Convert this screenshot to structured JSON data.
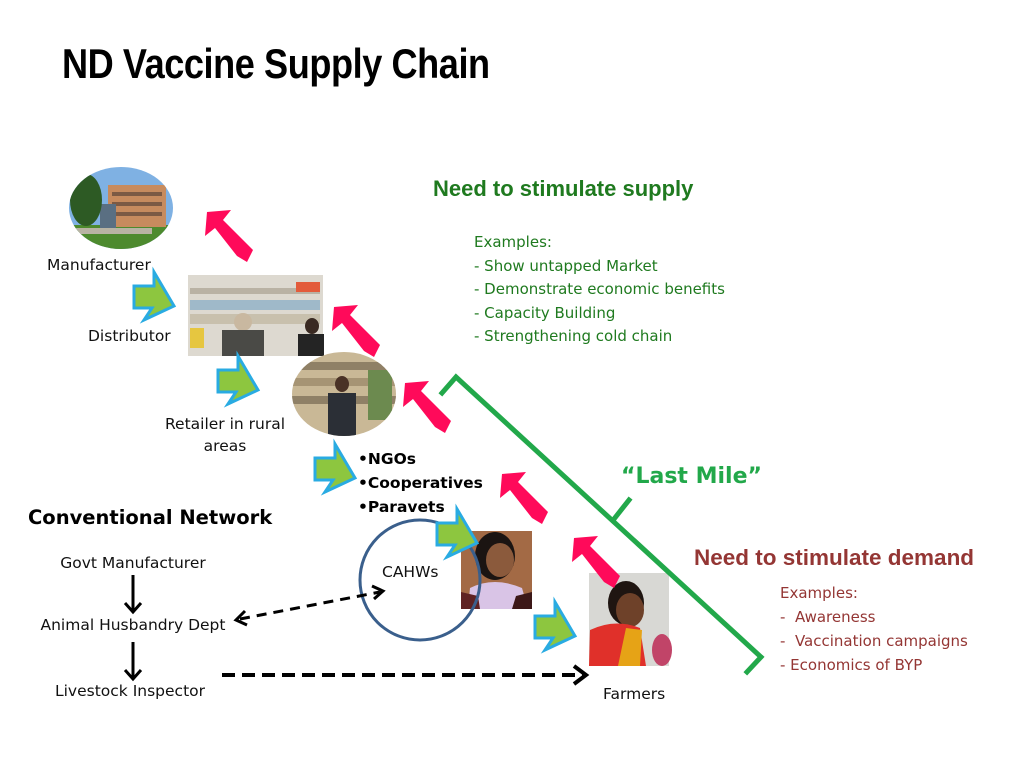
{
  "slide": {
    "title": "ND Vaccine Supply Chain"
  },
  "supply_chain": {
    "nodes": [
      {
        "id": "manufacturer",
        "label": "Manufacturer",
        "image": "factory-building-photo"
      },
      {
        "id": "distributor",
        "label": "Distributor",
        "image": "distributor-shop-photo"
      },
      {
        "id": "retailer",
        "label_line1": "Retailer in rural",
        "label_line2": "areas",
        "image": "retail-shop-photo"
      },
      {
        "id": "partners",
        "items": [
          "•NGOs",
          "•Cooperatives",
          "•Paravets"
        ]
      },
      {
        "id": "cahws",
        "label": "CAHWs",
        "image": "health-worker-photo"
      },
      {
        "id": "farmers",
        "label": "Farmers",
        "image": "farmer-photo"
      }
    ],
    "flow_down_arrow_color": "#8dc63f",
    "flow_down_arrow_outline": "#29abe2",
    "flow_up_arrow_color": "#ff0a5a"
  },
  "supply_box": {
    "heading": "Need to stimulate supply",
    "examples_label": "Examples:",
    "items": [
      "- Show untapped Market",
      "- Demonstrate economic benefits",
      "- Capacity Building",
      "- Strengthening cold chain"
    ],
    "color": "#1f7a1f"
  },
  "demand_box": {
    "heading": "Need to stimulate demand",
    "examples_label": "Examples:",
    "items": [
      "-  Awareness",
      "-  Vaccination campaigns",
      "- Economics of BYP"
    ],
    "color": "#943634"
  },
  "last_mile": {
    "label": "“Last Mile”",
    "color": "#22a84a"
  },
  "conventional_network": {
    "heading": "Conventional Network",
    "nodes": [
      "Govt Manufacturer",
      "Animal Husbandry Dept",
      "Livestock Inspector"
    ]
  }
}
